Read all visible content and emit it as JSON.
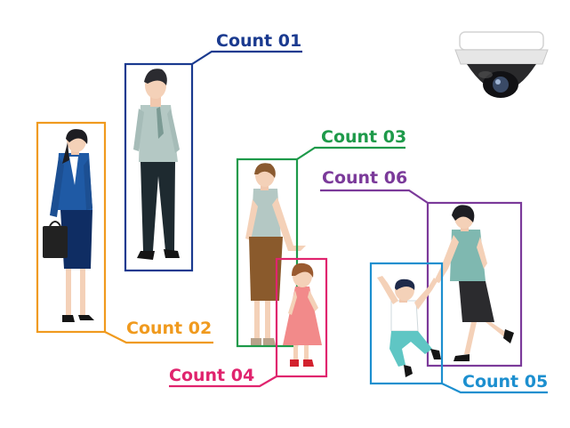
{
  "counts": [
    {
      "label": "Count 01",
      "color": "#1a3a8f"
    },
    {
      "label": "Count 02",
      "color": "#f09a1e"
    },
    {
      "label": "Count 03",
      "color": "#1e9a4a"
    },
    {
      "label": "Count 04",
      "color": "#e0246e"
    },
    {
      "label": "Count 05",
      "color": "#1c8fcf"
    },
    {
      "label": "Count 06",
      "color": "#7b3a9a"
    }
  ],
  "icons": {
    "camera": "dome-security-camera-icon"
  }
}
